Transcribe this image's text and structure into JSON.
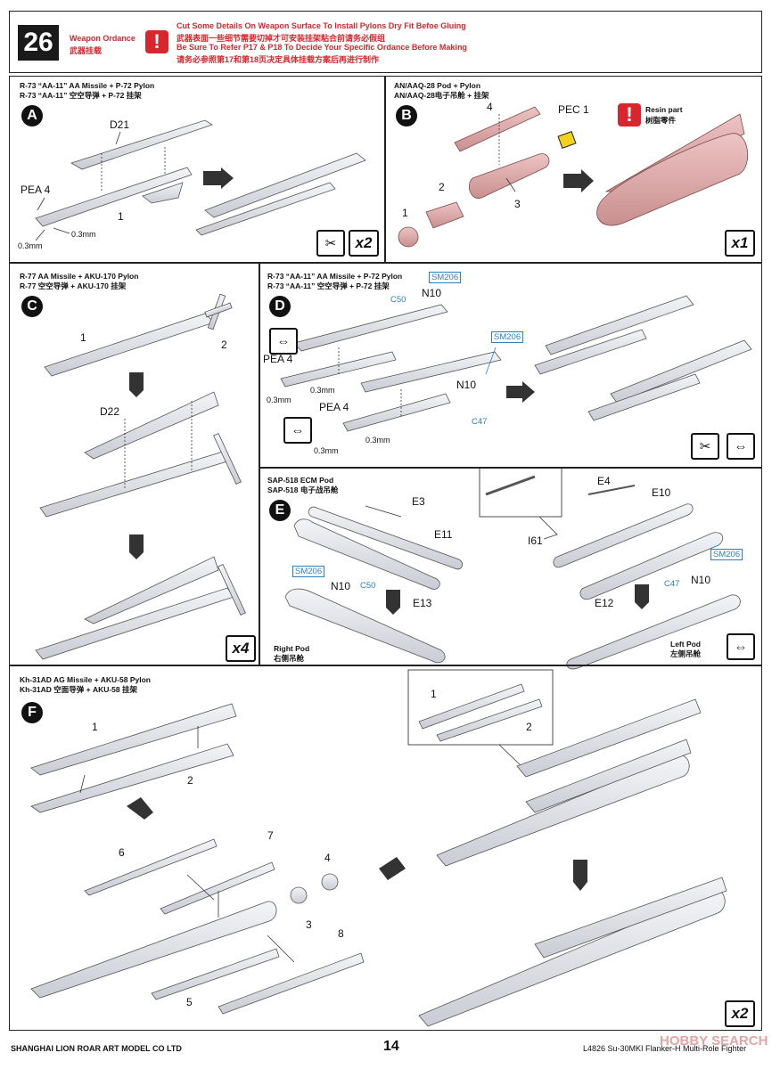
{
  "header": {
    "step_number": "26",
    "title_en": "Weapon Ordance",
    "title_cn": "武器挂载",
    "notice_1_en": "Cut Some Details On Weapon Surface To Install Pylons Dry Fit Befoe Gluing",
    "notice_1_cn": "武器表面一些细节需要切掉才可安装挂架粘合前请务必假组",
    "notice_2_en": "Be Sure To Refer P17 & P18 To Decide Your Specific Ordance Before Making",
    "notice_2_cn": "请务必参照第17和第18页决定具体挂载方案后再进行制作"
  },
  "sections": {
    "A": {
      "badge": "A",
      "title_en": "R-73 “AA-11” AA Missile + P-72 Pylon",
      "title_cn": "R-73 “AA-11” 空空导弹 + P-72 挂架",
      "labels": [
        "D21",
        "PEA 4",
        "1",
        "0.3mm",
        "0.3mm"
      ],
      "multiplier": "x2"
    },
    "B": {
      "badge": "B",
      "title_en": "AN/AAQ-28 Pod + Pylon",
      "title_cn": "AN/AAQ-28电子吊舱 + 挂架",
      "labels": [
        "4",
        "PEC 1",
        "2",
        "3",
        "1"
      ],
      "resin_en": "Resin part",
      "resin_cn": "树脂零件",
      "multiplier": "x1"
    },
    "C": {
      "badge": "C",
      "title_en": "R-77 AA Missile + AKU-170 Pylon",
      "title_cn": "R-77 空空导弹 + AKU-170 挂架",
      "labels": [
        "1",
        "2",
        "D22"
      ],
      "multiplier": "x4"
    },
    "D": {
      "badge": "D",
      "title_en": "R-73 “AA-11” AA Missile + P-72 Pylon",
      "title_cn": "R-73 “AA-11” 空空导弹 + P-72 挂架",
      "labels": [
        "N10",
        "PEA 4",
        "0.3mm",
        "0.3mm",
        "N10",
        "PEA 4",
        "0.3mm",
        "0.3mm"
      ],
      "refs": [
        "SM206",
        "C50",
        "SM206",
        "C47"
      ]
    },
    "E": {
      "badge": "E",
      "title_en": "SAP-518 ECM Pod",
      "title_cn": "SAP-518 电子战吊舱",
      "labels": [
        "E3",
        "E11",
        "N10",
        "E13",
        "E4",
        "E10",
        "I61",
        "N10",
        "E12"
      ],
      "refs": [
        "SM206",
        "C50",
        "SM206",
        "C47"
      ],
      "right_pod_en": "Right Pod",
      "right_pod_cn": "右侧吊舱",
      "left_pod_en": "Left Pod",
      "left_pod_cn": "左侧吊舱"
    },
    "F": {
      "badge": "F",
      "title_en": "Kh-31AD AG Missile + AKU-58 Pylon",
      "title_cn": "Kh-31AD 空面导弹 + AKU-58 挂架",
      "labels": [
        "1",
        "2",
        "6",
        "7",
        "4",
        "3",
        "8",
        "5",
        "1",
        "2"
      ],
      "multiplier": "x2"
    }
  },
  "footer": {
    "company": "SHANGHAI LION ROAR ART MODEL CO LTD",
    "page": "14",
    "product": "L4826 Su-30MKI Flanker-H Multi-Role Fighter",
    "watermark": "HOBBY SEARCH"
  },
  "colors": {
    "red": "#d9262c",
    "ref_blue": "#2b7fc4",
    "part_gray": "#dcdfe5",
    "resin_pink": "#d9a6a6"
  }
}
